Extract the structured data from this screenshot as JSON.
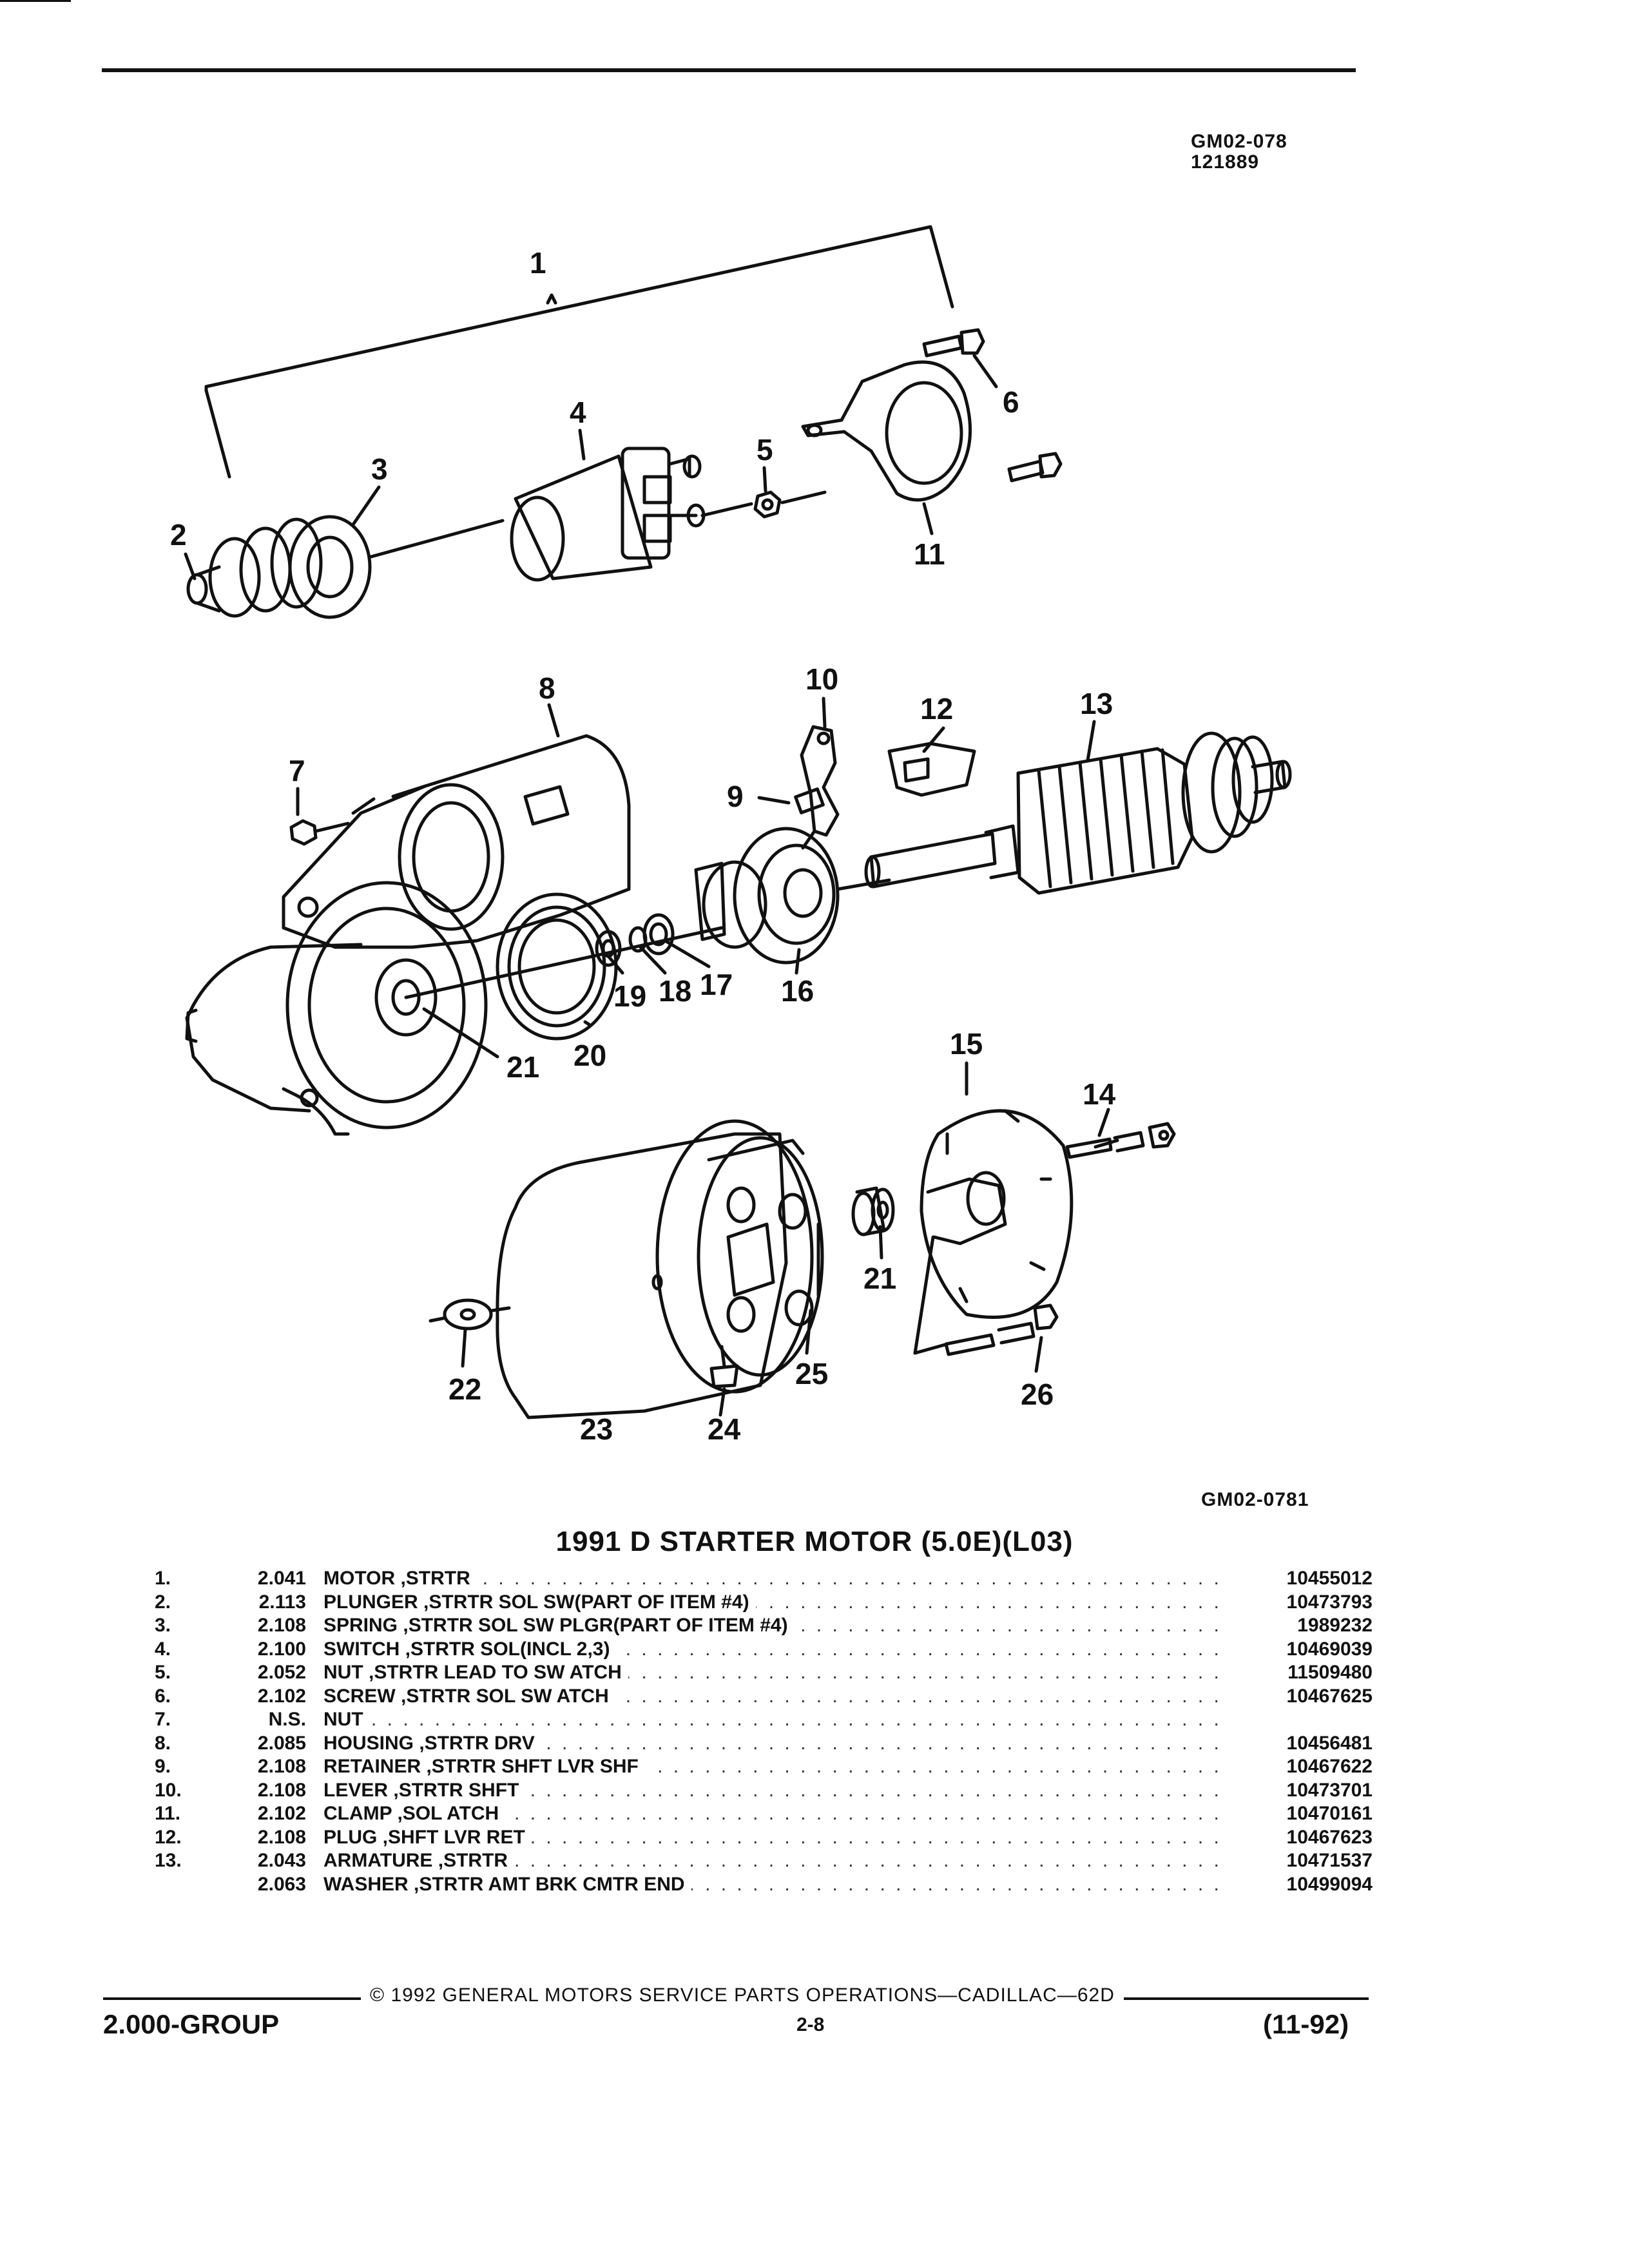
{
  "header": {
    "figure_code": "GM02-078",
    "figure_date": "121889"
  },
  "diagram": {
    "figure_code": "GM02-0781",
    "callouts": [
      "1",
      "2",
      "3",
      "4",
      "5",
      "6",
      "7",
      "8",
      "9",
      "10",
      "11",
      "12",
      "13",
      "14",
      "15",
      "16",
      "17",
      "18",
      "19",
      "20",
      "21",
      "21",
      "22",
      "23",
      "24",
      "25",
      "26"
    ]
  },
  "title": "1991 D STARTER MOTOR (5.0E)(L03)",
  "parts": [
    {
      "index": "1.",
      "group": "2.041",
      "description": "MOTOR ,STRTR",
      "part_number": "10455012"
    },
    {
      "index": "2.",
      "group": "2.113",
      "description": "PLUNGER ,STRTR SOL SW(PART OF ITEM #4)",
      "part_number": "10473793"
    },
    {
      "index": "3.",
      "group": "2.108",
      "description": "SPRING ,STRTR SOL SW PLGR(PART OF ITEM #4)",
      "part_number": "1989232"
    },
    {
      "index": "4.",
      "group": "2.100",
      "description": "SWITCH ,STRTR SOL(INCL 2,3)",
      "part_number": "10469039"
    },
    {
      "index": "5.",
      "group": "2.052",
      "description": "NUT ,STRTR LEAD TO SW ATCH",
      "part_number": "11509480"
    },
    {
      "index": "6.",
      "group": "2.102",
      "description": "SCREW ,STRTR SOL SW ATCH",
      "part_number": "10467625"
    },
    {
      "index": "7.",
      "group": "N.S.",
      "description": "NUT",
      "part_number": ""
    },
    {
      "index": "8.",
      "group": "2.085",
      "description": "HOUSING ,STRTR DRV",
      "part_number": "10456481"
    },
    {
      "index": "9.",
      "group": "2.108",
      "description": "RETAINER ,STRTR SHFT LVR SHF",
      "part_number": "10467622"
    },
    {
      "index": "10.",
      "group": "2.108",
      "description": "LEVER ,STRTR SHFT",
      "part_number": "10473701"
    },
    {
      "index": "11.",
      "group": "2.102",
      "description": "CLAMP ,SOL ATCH",
      "part_number": "10470161"
    },
    {
      "index": "12.",
      "group": "2.108",
      "description": "PLUG ,SHFT LVR RET",
      "part_number": "10467623"
    },
    {
      "index": "13.",
      "group": "2.043",
      "description": "ARMATURE ,STRTR",
      "part_number": "10471537"
    },
    {
      "index": "",
      "group": "2.063",
      "description": "WASHER ,STRTR AMT BRK CMTR END",
      "part_number": "10499094"
    }
  ],
  "footer": {
    "copyright": "© 1992 GENERAL MOTORS SERVICE PARTS OPERATIONS—CADILLAC—62D",
    "group": "2.000-GROUP",
    "page": "2-8",
    "date": "(11-92)"
  },
  "colors": {
    "ink": "#111111",
    "paper": "#ffffff"
  }
}
